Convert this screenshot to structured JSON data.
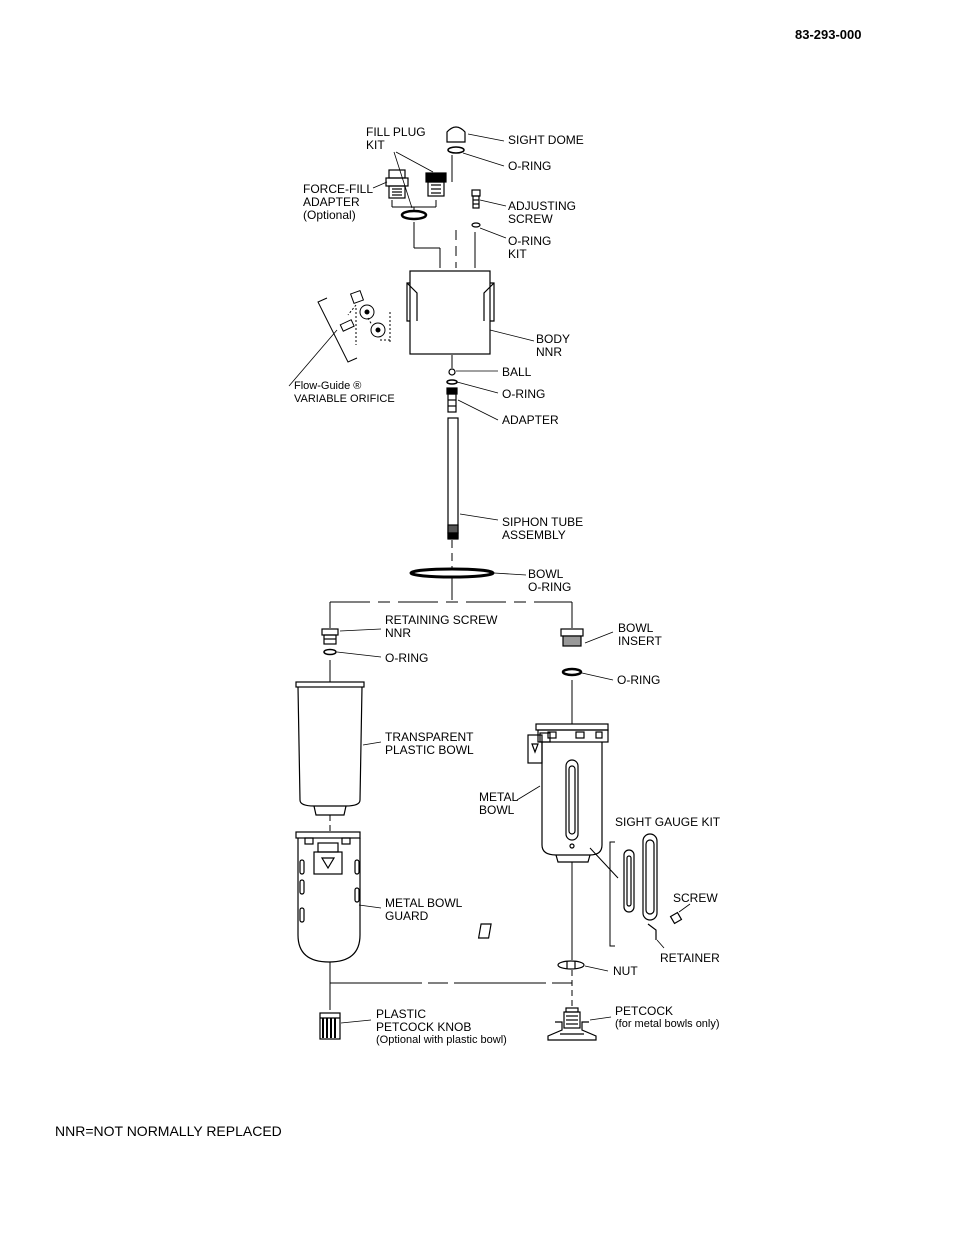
{
  "document_number": "83-293-000",
  "footnote": "NNR=NOT NORMALLY REPLACED",
  "labels": {
    "fill_plug_kit": "FILL PLUG\nKIT",
    "sight_dome": "SIGHT DOME",
    "o_ring_1": "O-RING",
    "force_fill_adapter": "FORCE-FILL\nADAPTER\n(Optional)",
    "adjusting_screw": "ADJUSTING\nSCREW",
    "o_ring_kit": "O-RING\nKIT",
    "body": "BODY\nNNR",
    "flow_guide": "Flow-Guide ®\nVARIABLE ORIFICE",
    "ball": "BALL",
    "o_ring_2": "O-RING",
    "adapter": "ADAPTER",
    "siphon_tube": "SIPHON TUBE\nASSEMBLY",
    "bowl_o_ring": "BOWL\nO-RING",
    "retaining_screw": "RETAINING SCREW\nNNR",
    "bowl_insert": "BOWL\nINSERT",
    "o_ring_3": "O-RING",
    "o_ring_4": "O-RING",
    "transparent_bowl": "TRANSPARENT\nPLASTIC BOWL",
    "metal_bowl": "METAL\nBOWL",
    "sight_gauge_kit": "SIGHT GAUGE KIT",
    "metal_bowl_guard": "METAL BOWL\nGUARD",
    "screw": "SCREW",
    "retainer": "RETAINER",
    "nut": "NUT",
    "plastic_petcock_knob": "PLASTIC\nPETCOCK KNOB",
    "plastic_petcock_note": "(Optional with plastic bowl)",
    "petcock": "PETCOCK",
    "petcock_note": "(for metal bowls only)"
  }
}
